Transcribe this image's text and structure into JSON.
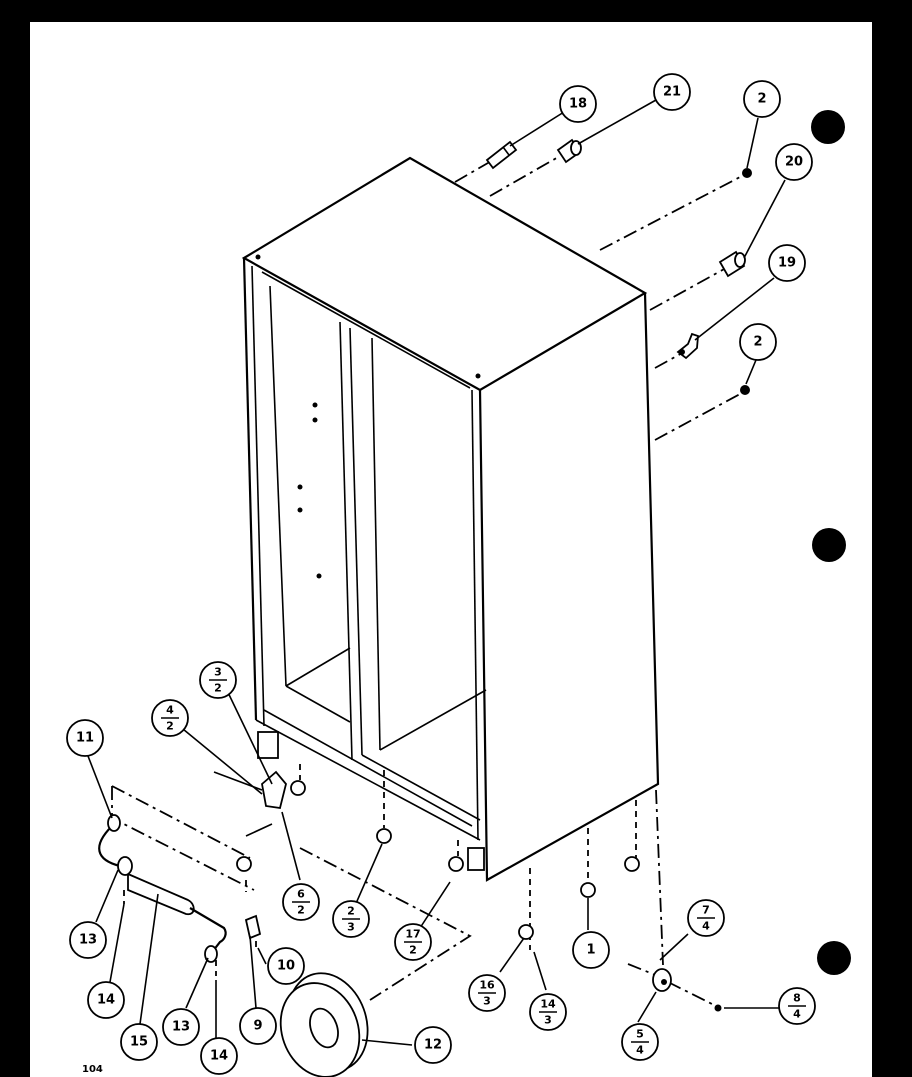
{
  "diagram": {
    "callouts": [
      {
        "id": "c18",
        "label": "18"
      },
      {
        "id": "c21",
        "label": "21"
      },
      {
        "id": "c2a",
        "label": "2"
      },
      {
        "id": "c20",
        "label": "20"
      },
      {
        "id": "c19",
        "label": "19"
      },
      {
        "id": "c2b",
        "label": "2"
      },
      {
        "id": "c11",
        "label": "11"
      },
      {
        "id": "c13a",
        "label": "13"
      },
      {
        "id": "c14a",
        "label": "14"
      },
      {
        "id": "c15",
        "label": "15"
      },
      {
        "id": "c13b",
        "label": "13"
      },
      {
        "id": "c14b",
        "label": "14"
      },
      {
        "id": "c9",
        "label": "9"
      },
      {
        "id": "c10",
        "label": "10"
      },
      {
        "id": "c12",
        "label": "12"
      },
      {
        "id": "c1",
        "label": "1"
      }
    ],
    "fraction_callouts": [
      {
        "id": "f42",
        "top": "4",
        "bottom": "2"
      },
      {
        "id": "f32",
        "top": "3",
        "bottom": "2"
      },
      {
        "id": "f62",
        "top": "6",
        "bottom": "2"
      },
      {
        "id": "f23",
        "top": "2",
        "bottom": "3"
      },
      {
        "id": "f172",
        "top": "17",
        "bottom": "2"
      },
      {
        "id": "f163",
        "top": "16",
        "bottom": "3"
      },
      {
        "id": "f143",
        "top": "14",
        "bottom": "3"
      },
      {
        "id": "f74",
        "top": "7",
        "bottom": "4"
      },
      {
        "id": "f84",
        "top": "8",
        "bottom": "4"
      },
      {
        "id": "f54",
        "top": "5",
        "bottom": "4"
      }
    ],
    "page_number": "104"
  }
}
